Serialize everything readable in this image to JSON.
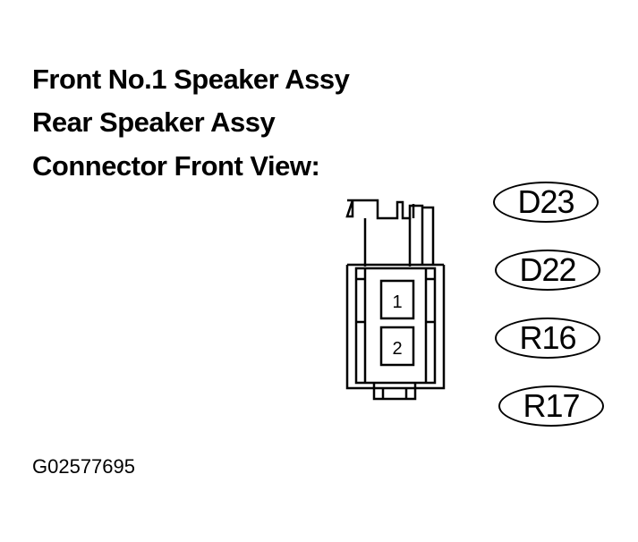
{
  "title_lines": [
    "Front No.1 Speaker Assy",
    "Rear Speaker Assy",
    "Connector Front View:"
  ],
  "connector_codes": [
    "D23",
    "D22",
    "R16",
    "R17"
  ],
  "pins": [
    "1",
    "2"
  ],
  "figure_id": "G02577695"
}
